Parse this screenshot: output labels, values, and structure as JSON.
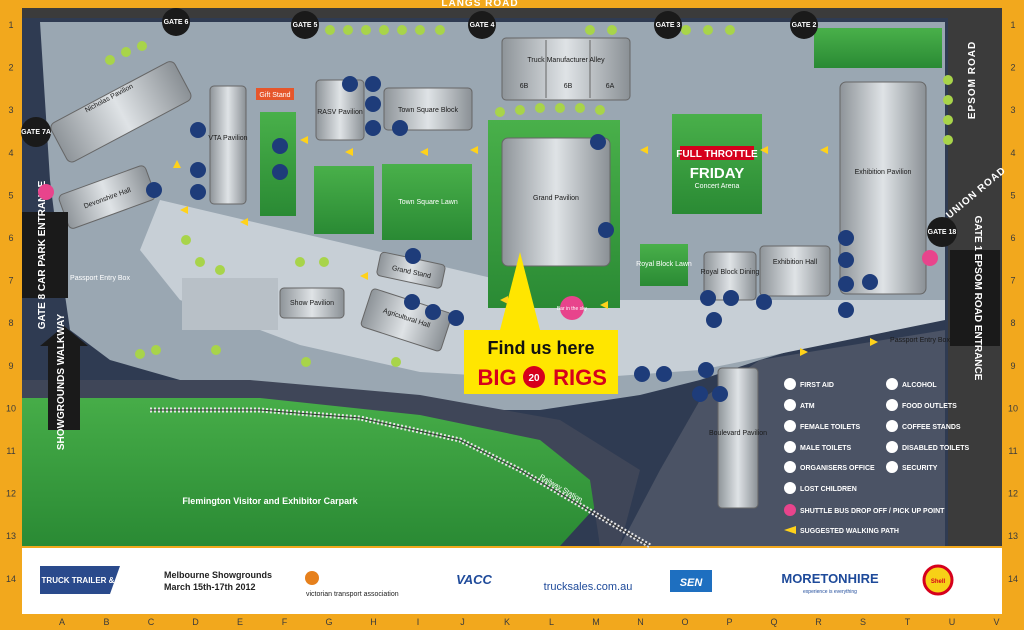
{
  "roads": {
    "top": "LANGS ROAD",
    "right": "EPSOM ROAD",
    "corner": "UNION ROAD"
  },
  "gates": [
    "GATE 6",
    "GATE 5",
    "GATE 4",
    "GATE 3",
    "GATE 2",
    "GATE 7A",
    "GATE 18"
  ],
  "entrances": {
    "left": "GATE 8 CAR PARK ENTRANCE",
    "right": "GATE 1 EPSOM ROAD ENTRANCE",
    "walkway": "SHOWGROUNDS WALKWAY"
  },
  "buildings": {
    "nicholas": "Nicholas Pavilion",
    "vta": "VTA Pavilion",
    "gift": "Gift Stand",
    "rasv": "RASV Pavilion",
    "town_block": "Town Square Block",
    "truck_alley": "Truck Manufacturer Alley",
    "alley_6b": "6B",
    "alley_6a_1": "6B",
    "alley_6a": "6A",
    "devonshire": "Devonshire Hall",
    "grand": "Grand Pavilion",
    "town_lawn": "Town Square Lawn",
    "arena": "Concert Arena",
    "exhibition_pav": "Exhibition Pavilion",
    "royal_lawn": "Royal Block Lawn",
    "royal_dining": "Royal Block Dining",
    "exhibition_hall": "Exhibition Hall",
    "grand_stand": "Grand Stand",
    "show_pav": "Show Pavilion",
    "agri": "Agricultural Hall",
    "boulevard": "Boulevard Pavilion",
    "passport_left": "Passport Entry Box",
    "passport_right": "Passport Entry Box",
    "sky": "Bar in the sky",
    "railway": "Railway Station",
    "carpark": "Flemington Visitor and Exhibitor Carpark"
  },
  "friday": {
    "line1": "FULL THROTTLE",
    "line2": "FRIDAY"
  },
  "callout": {
    "line1": "Find us here",
    "brand_a": "BIG",
    "brand_num": "20",
    "brand_b": "RIGS"
  },
  "legend": [
    "FIRST AID",
    "ATM",
    "FEMALE TOILETS",
    "MALE TOILETS",
    "ORGANISERS OFFICE",
    "LOST CHILDREN",
    "ALCOHOL",
    "FOOD OUTLETS",
    "COFFEE STANDS",
    "DISABLED TOILETS",
    "SECURITY",
    "SHUTTLE BUS DROP OFF / PICK UP POINT",
    "SUGGESTED WALKING PATH"
  ],
  "grid_cols": [
    "A",
    "B",
    "C",
    "D",
    "E",
    "F",
    "G",
    "H",
    "I",
    "J",
    "K",
    "L",
    "M",
    "N",
    "O",
    "P",
    "Q",
    "R",
    "S",
    "T",
    "U",
    "V"
  ],
  "grid_rows": [
    "1",
    "2",
    "3",
    "4",
    "5",
    "6",
    "7",
    "8",
    "9",
    "10",
    "11",
    "12",
    "13",
    "14"
  ],
  "footer": {
    "logo_truck": "TRUCK TRAILER &",
    "event": "Melbourne Showgrounds",
    "dates": "March 15th-17th 2012",
    "vta": "victorian transport association",
    "vacc": "VACC",
    "trucksales": "trucksales.com.au",
    "sen": "SEN",
    "moreton": "MORETONHIRE",
    "moreton_sub": "experience is everything",
    "shell": "Shell"
  },
  "colors": {
    "frame": "#f2a81d",
    "asphalt": "#9aa7b2",
    "water": "#2f3b52",
    "grass": "#3a9a3d",
    "callout": "#ffe600",
    "brand_red": "#d6001c"
  }
}
